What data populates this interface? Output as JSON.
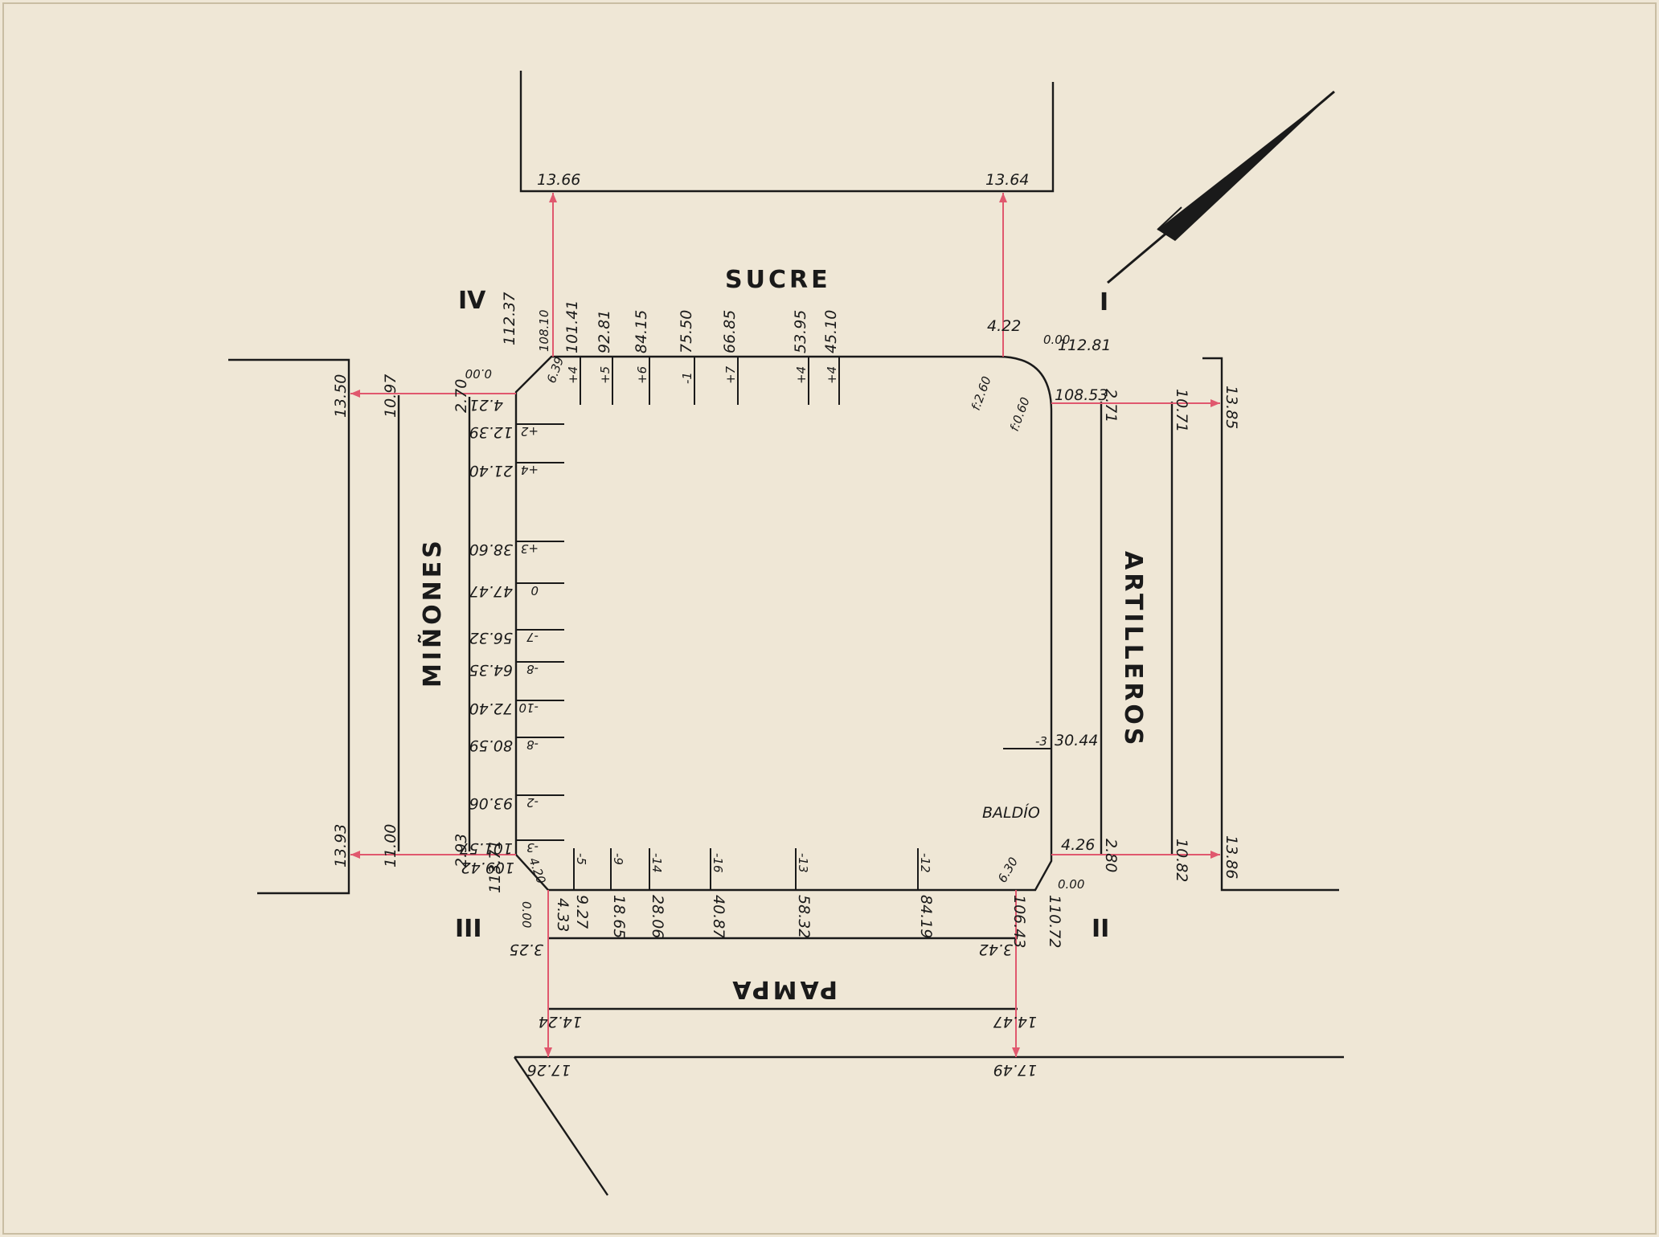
{
  "streets": {
    "north": "SUCRE",
    "south": "PAMPA",
    "west": "MIÑONES",
    "east": "ARTILLEROS"
  },
  "quadrants": {
    "I": "I",
    "II": "II",
    "III": "III",
    "IV": "IV"
  },
  "lot_note": "BALDÍO",
  "north_block": {
    "left": "13.66",
    "right": "13.64"
  },
  "south_block": {
    "upper_left": "3.25",
    "upper_right": "3.42",
    "mid_left": "14.24",
    "mid_right": "14.47",
    "low_left": "17.26",
    "low_right": "17.49"
  },
  "west_block": {
    "top_outer": "13.50",
    "top_mid": "10.97",
    "top_inner": "2.70",
    "bot_outer": "13.93",
    "bot_mid": "11.00",
    "bot_inner": "2.93"
  },
  "east_block": {
    "top_inner": "2.71",
    "top_mid": "10.71",
    "top_outer": "13.85",
    "bot_inner": "2.80",
    "bot_mid": "10.82",
    "bot_outer": "13.86"
  },
  "corners": {
    "nw_total": "112.37",
    "nw_zero": "0.00",
    "nw_top_offset": "108.10",
    "nw_side_offset": "4.21",
    "nw_radius": "6.39",
    "ne_zero": "0.00",
    "ne_total": "112.81",
    "ne_top_offset": "4.22",
    "ne_radius_a": "f:2.60",
    "ne_radius_b": "f:0.60",
    "ne_side_offset": "108.53",
    "sw_total": "113.71",
    "sw_zero": "0.00",
    "sw_side_offset": "109.42",
    "sw_radius": "4.20",
    "sw_bottom_offset": "4.33",
    "se_total": "110.72",
    "se_zero": "0.00",
    "se_bottom_offset": "106.43",
    "se_radius": "6.30",
    "se_side_offset": "4.26"
  },
  "north_ticks": [
    {
      "dist": "101.41",
      "elev": "+4"
    },
    {
      "dist": "92.81",
      "elev": "+5"
    },
    {
      "dist": "84.15",
      "elev": "+6"
    },
    {
      "dist": "75.50",
      "elev": "-1"
    },
    {
      "dist": "66.85",
      "elev": "+7"
    },
    {
      "dist": "53.95",
      "elev": "+4"
    },
    {
      "dist": "45.10",
      "elev": "+4"
    }
  ],
  "west_ticks": [
    {
      "dist": "12.39",
      "elev": "+2"
    },
    {
      "dist": "21.40",
      "elev": "+4"
    },
    {
      "dist": "38.60",
      "elev": "+3"
    },
    {
      "dist": "47.47",
      "elev": "0"
    },
    {
      "dist": "56.32",
      "elev": "-7"
    },
    {
      "dist": "64.35",
      "elev": "-8"
    },
    {
      "dist": "72.40",
      "elev": "-10"
    },
    {
      "dist": "80.59",
      "elev": "-8"
    },
    {
      "dist": "93.06",
      "elev": "-2"
    },
    {
      "dist": "101.57",
      "elev": "-3"
    }
  ],
  "south_ticks": [
    {
      "dist": "9.27",
      "elev": "-5"
    },
    {
      "dist": "18.65",
      "elev": "-9"
    },
    {
      "dist": "28.06",
      "elev": "-14"
    },
    {
      "dist": "40.87",
      "elev": "-16"
    },
    {
      "dist": "58.32",
      "elev": "-13"
    },
    {
      "dist": "84.19",
      "elev": "-12"
    }
  ],
  "east_ticks": [
    {
      "dist": "30.44",
      "elev": "-3"
    }
  ],
  "colors": {
    "paper": "#efe7d6",
    "ink": "#1a1a1a",
    "red_line": "#e0586e"
  }
}
